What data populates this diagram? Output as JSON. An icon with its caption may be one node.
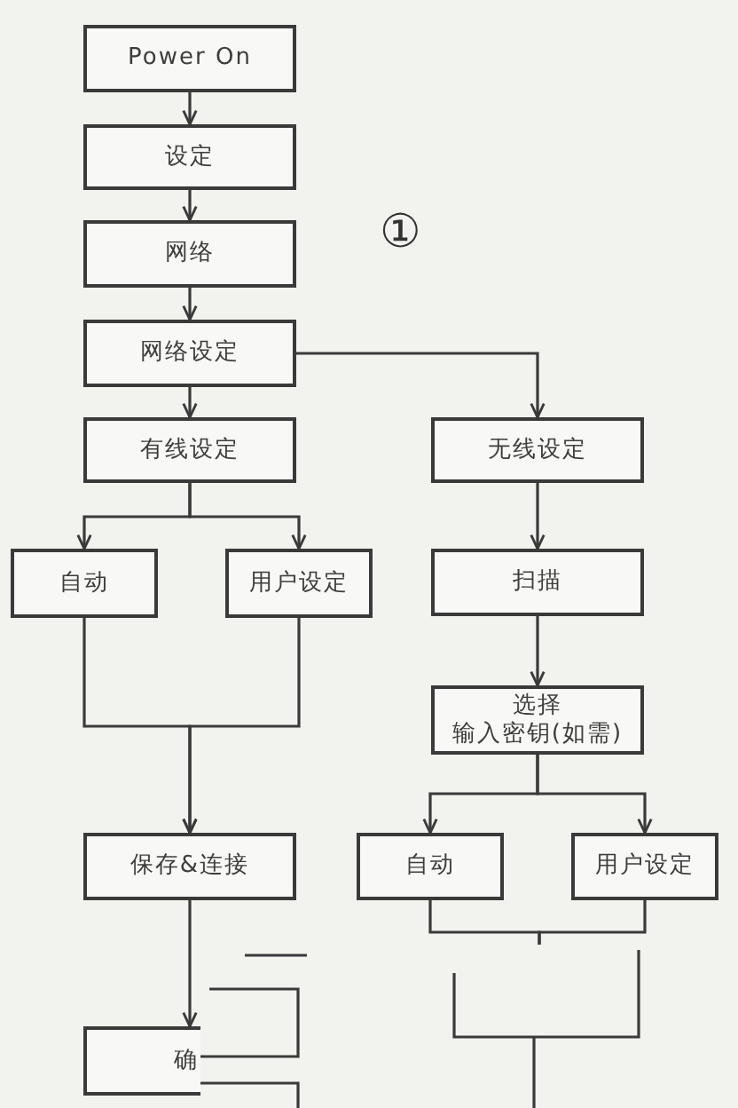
{
  "diagram": {
    "nodes": [
      {
        "text": [
          "Power On"
        ]
      },
      {
        "text": [
          "设定"
        ]
      },
      {
        "text": [
          "网络"
        ]
      },
      {
        "text": [
          "网络设定"
        ]
      },
      {
        "text": [
          "有线设定"
        ]
      },
      {
        "text": [
          "无线设定"
        ]
      },
      {
        "text": [
          "自动"
        ]
      },
      {
        "text": [
          "用户设定"
        ]
      },
      {
        "text": [
          "扫描"
        ]
      },
      {
        "text": [
          "选择",
          "输入密钥(如需)"
        ]
      },
      {
        "text": [
          "保存&连接"
        ]
      },
      {
        "text": [
          "自动"
        ]
      },
      {
        "text": [
          "用户设定"
        ]
      },
      {
        "text": [
          "确"
        ]
      }
    ],
    "edges": [
      {
        "from": 0,
        "to": 1,
        "arrow": "to"
      },
      {
        "from": 1,
        "to": 2,
        "arrow": "to"
      },
      {
        "from": 2,
        "to": 3,
        "arrow": "to"
      },
      {
        "from": 3,
        "to": 4,
        "arrow": "to"
      },
      {
        "from": 3,
        "to": 5,
        "arrow": "to"
      },
      {
        "from": 4,
        "to": 6,
        "arrow": "to"
      },
      {
        "from": 4,
        "to": 7,
        "arrow": "to"
      },
      {
        "from": 5,
        "to": 8,
        "arrow": "to"
      },
      {
        "from": 6,
        "to": 10,
        "arrow": "to"
      },
      {
        "from": 7,
        "to": 10,
        "arrow": "to"
      },
      {
        "from": 8,
        "to": 9,
        "arrow": "to"
      },
      {
        "from": 9,
        "to": 11,
        "arrow": "to"
      },
      {
        "from": 9,
        "to": 12,
        "arrow": "to"
      },
      {
        "from": 10,
        "to": 13,
        "arrow": "to"
      },
      {
        "from": 11,
        "to": null,
        "arrow": "none"
      },
      {
        "from": 12,
        "to": null,
        "arrow": "none"
      }
    ],
    "labels": [
      "①"
    ]
  }
}
